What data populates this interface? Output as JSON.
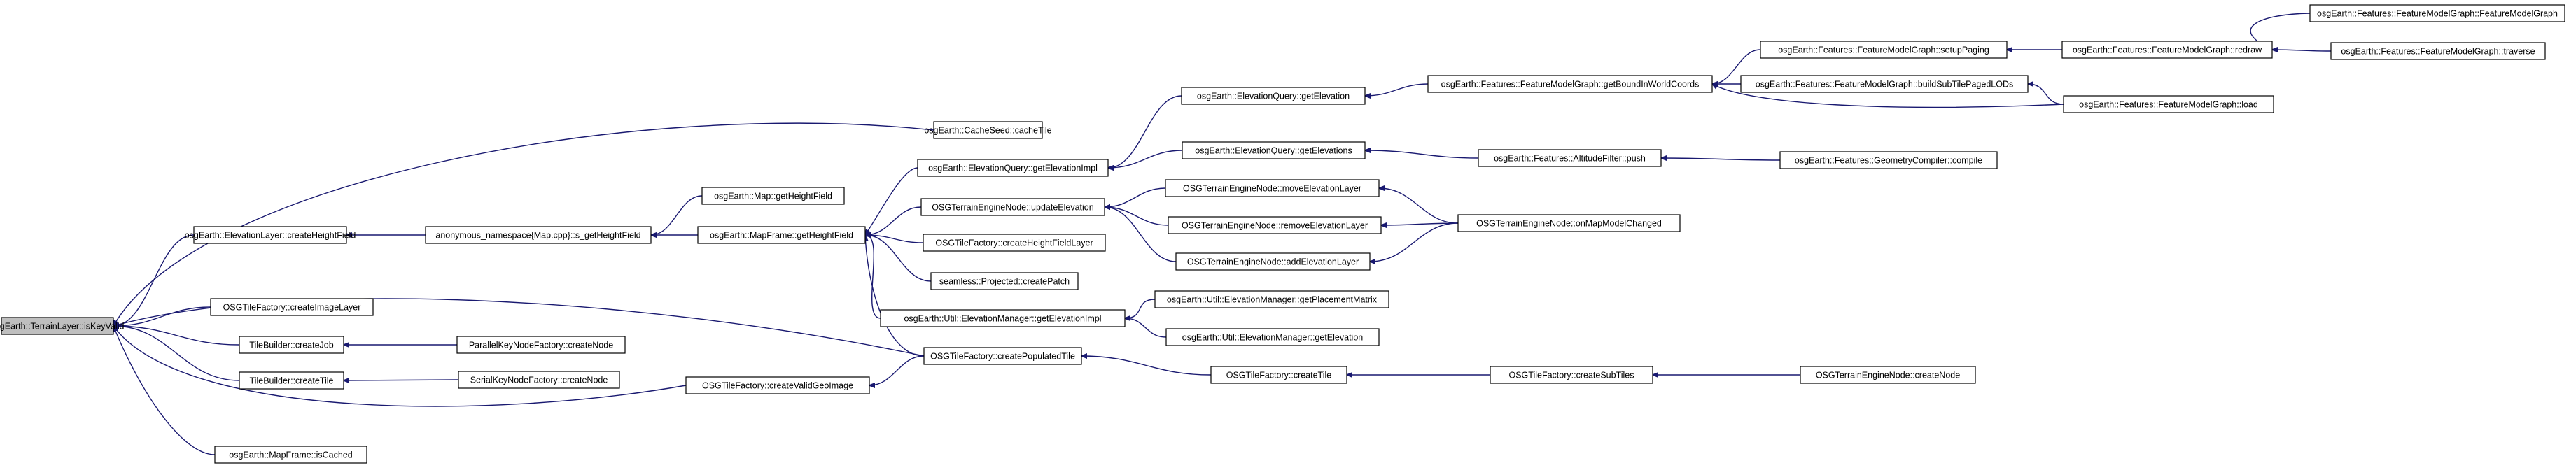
{
  "graph": {
    "nodes": [
      {
        "id": "n0",
        "label": "osgEarth::TerrainLayer::isKeyValid",
        "root": true
      },
      {
        "id": "n1",
        "label": "osgEarth::CacheSeed::cacheTile"
      },
      {
        "id": "n2",
        "label": "osgEarth::ElevationLayer::createHeightField"
      },
      {
        "id": "n3",
        "label": "anonymous_namespace{Map.cpp}::s_getHeightField"
      },
      {
        "id": "n4",
        "label": "osgEarth::Map::getHeightField"
      },
      {
        "id": "n5",
        "label": "osgEarth::MapFrame::getHeightField"
      },
      {
        "id": "n6",
        "label": "osgEarth::ElevationQuery::getElevationImpl"
      },
      {
        "id": "n7",
        "label": "osgEarth::ElevationQuery::getElevation"
      },
      {
        "id": "n8",
        "label": "osgEarth::Features::FeatureModelGraph::getBoundInWorldCoords"
      },
      {
        "id": "n9",
        "label": "osgEarth::Features::FeatureModelGraph::setupPaging"
      },
      {
        "id": "n10",
        "label": "osgEarth::Features::FeatureModelGraph::redraw"
      },
      {
        "id": "n11",
        "label": "osgEarth::Features::FeatureModelGraph::FeatureModelGraph"
      },
      {
        "id": "n12",
        "label": "osgEarth::Features::FeatureModelGraph::traverse"
      },
      {
        "id": "n13",
        "label": "osgEarth::Features::FeatureModelGraph::buildSubTilePagedLODs"
      },
      {
        "id": "n14",
        "label": "osgEarth::Features::FeatureModelGraph::load"
      },
      {
        "id": "n15",
        "label": "osgEarth::ElevationQuery::getElevations"
      },
      {
        "id": "n16",
        "label": "osgEarth::Features::AltitudeFilter::push"
      },
      {
        "id": "n17",
        "label": "osgEarth::Features::GeometryCompiler::compile"
      },
      {
        "id": "n18",
        "label": "OSGTerrainEngineNode::updateElevation"
      },
      {
        "id": "n19",
        "label": "OSGTerrainEngineNode::moveElevationLayer"
      },
      {
        "id": "n20",
        "label": "OSGTerrainEngineNode::removeElevationLayer"
      },
      {
        "id": "n21",
        "label": "OSGTerrainEngineNode::addElevationLayer"
      },
      {
        "id": "n22",
        "label": "OSGTerrainEngineNode::onMapModelChanged"
      },
      {
        "id": "n23",
        "label": "OSGTileFactory::createHeightFieldLayer"
      },
      {
        "id": "n24",
        "label": "seamless::Projected::createPatch"
      },
      {
        "id": "n25",
        "label": "osgEarth::Util::ElevationManager::getElevationImpl"
      },
      {
        "id": "n26",
        "label": "osgEarth::Util::ElevationManager::getPlacementMatrix"
      },
      {
        "id": "n27",
        "label": "osgEarth::Util::ElevationManager::getElevation"
      },
      {
        "id": "n28",
        "label": "OSGTileFactory::createPopulatedTile"
      },
      {
        "id": "n29",
        "label": "OSGTileFactory::createTile"
      },
      {
        "id": "n30",
        "label": "OSGTileFactory::createSubTiles"
      },
      {
        "id": "n31",
        "label": "OSGTerrainEngineNode::createNode"
      },
      {
        "id": "n32",
        "label": "OSGTileFactory::createImageLayer"
      },
      {
        "id": "n33",
        "label": "TileBuilder::createJob"
      },
      {
        "id": "n34",
        "label": "ParallelKeyNodeFactory::createNode"
      },
      {
        "id": "n35",
        "label": "TileBuilder::createTile"
      },
      {
        "id": "n36",
        "label": "SerialKeyNodeFactory::createNode"
      },
      {
        "id": "n37",
        "label": "OSGTileFactory::createValidGeoImage"
      },
      {
        "id": "n38",
        "label": "osgEarth::MapFrame::isCached"
      }
    ],
    "edges": [
      [
        "n1",
        "n0"
      ],
      [
        "n2",
        "n0"
      ],
      [
        "n32",
        "n0"
      ],
      [
        "n33",
        "n0"
      ],
      [
        "n35",
        "n0"
      ],
      [
        "n37",
        "n0"
      ],
      [
        "n38",
        "n0"
      ],
      [
        "n28",
        "n0"
      ],
      [
        "n3",
        "n2"
      ],
      [
        "n4",
        "n3"
      ],
      [
        "n5",
        "n3"
      ],
      [
        "n6",
        "n5"
      ],
      [
        "n18",
        "n5"
      ],
      [
        "n23",
        "n5"
      ],
      [
        "n24",
        "n5"
      ],
      [
        "n25",
        "n5"
      ],
      [
        "n28",
        "n5"
      ],
      [
        "n7",
        "n6"
      ],
      [
        "n15",
        "n6"
      ],
      [
        "n8",
        "n7"
      ],
      [
        "n9",
        "n8"
      ],
      [
        "n13",
        "n8"
      ],
      [
        "n14",
        "n8"
      ],
      [
        "n10",
        "n9"
      ],
      [
        "n11",
        "n10"
      ],
      [
        "n12",
        "n10"
      ],
      [
        "n14",
        "n13"
      ],
      [
        "n16",
        "n15"
      ],
      [
        "n17",
        "n16"
      ],
      [
        "n19",
        "n18"
      ],
      [
        "n20",
        "n18"
      ],
      [
        "n21",
        "n18"
      ],
      [
        "n22",
        "n19"
      ],
      [
        "n22",
        "n20"
      ],
      [
        "n22",
        "n21"
      ],
      [
        "n26",
        "n25"
      ],
      [
        "n27",
        "n25"
      ],
      [
        "n29",
        "n28"
      ],
      [
        "n30",
        "n29"
      ],
      [
        "n31",
        "n30"
      ],
      [
        "n34",
        "n33"
      ],
      [
        "n36",
        "n35"
      ],
      [
        "n28",
        "n37"
      ]
    ]
  }
}
